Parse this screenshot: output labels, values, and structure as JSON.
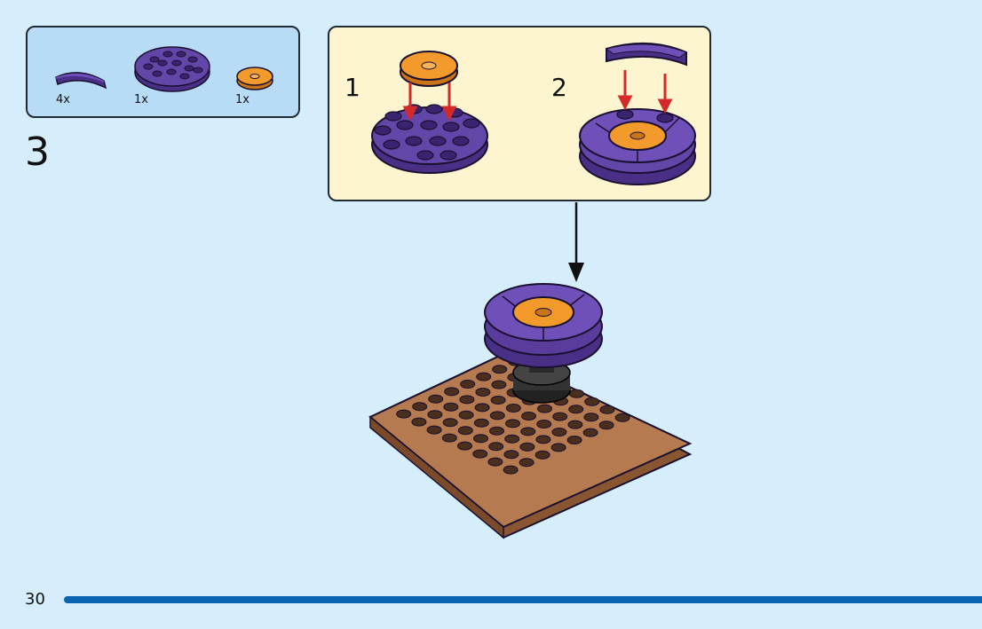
{
  "parts_list": {
    "items": [
      {
        "icon": "purple-curved-tile-icon",
        "qty": "4x",
        "color": "#5b3c9e"
      },
      {
        "icon": "purple-round-plate-icon",
        "qty": "1x",
        "color": "#5b3c9e"
      },
      {
        "icon": "orange-round-tile-icon",
        "qty": "1x",
        "color": "#f39a2d"
      }
    ]
  },
  "step": {
    "number": "3"
  },
  "substeps": [
    {
      "number": "1"
    },
    {
      "number": "2"
    }
  ],
  "footer": {
    "page_number": "30"
  },
  "colors": {
    "background": "#d6eefb",
    "parts_box": "#b8dcf6",
    "callout_box": "#fcf5cf",
    "purple": "#5b3c9e",
    "orange": "#f39a2d",
    "brown": "#b57a4f",
    "arrow_red": "#d42a2a",
    "progress_bar": "#0a64b0"
  }
}
